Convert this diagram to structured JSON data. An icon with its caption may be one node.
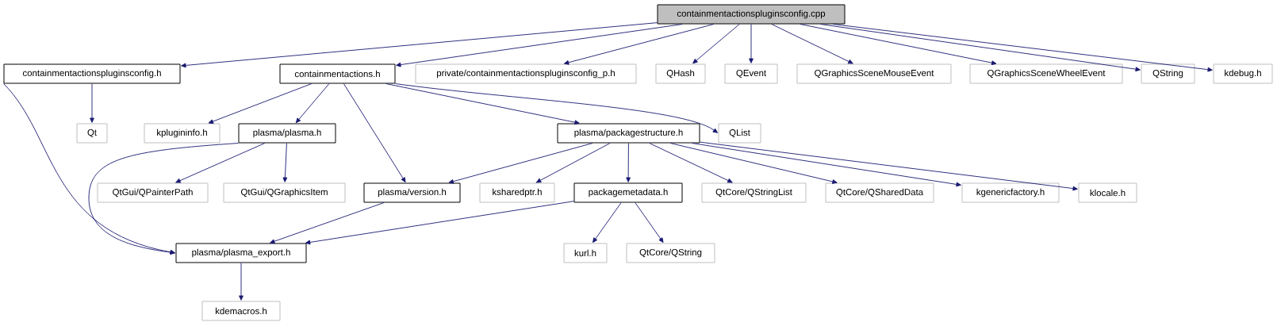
{
  "diagram": {
    "nodes": [
      {
        "text": [
          "containmentactionspluginsconfig.cpp"
        ]
      },
      {
        "text": [
          "containmentactionspluginsconfig.h"
        ]
      },
      {
        "text": [
          "containmentactions.h"
        ]
      },
      {
        "text": [
          "private/containmentactionspluginsconfig_p.h"
        ]
      },
      {
        "text": [
          "QHash"
        ]
      },
      {
        "text": [
          "QEvent"
        ]
      },
      {
        "text": [
          "QGraphicsSceneMouseEvent"
        ]
      },
      {
        "text": [
          "QGraphicsSceneWheelEvent"
        ]
      },
      {
        "text": [
          "QString"
        ]
      },
      {
        "text": [
          "kdebug.h"
        ]
      },
      {
        "text": [
          "Qt"
        ]
      },
      {
        "text": [
          "kplugininfo.h"
        ]
      },
      {
        "text": [
          "plasma/plasma.h"
        ]
      },
      {
        "text": [
          "plasma/packagestructure.h"
        ]
      },
      {
        "text": [
          "QList"
        ]
      },
      {
        "text": [
          "QtGui/QPainterPath"
        ]
      },
      {
        "text": [
          "QtGui/QGraphicsItem"
        ]
      },
      {
        "text": [
          "plasma/version.h"
        ]
      },
      {
        "text": [
          "ksharedptr.h"
        ]
      },
      {
        "text": [
          "packagemetadata.h"
        ]
      },
      {
        "text": [
          "QtCore/QStringList"
        ]
      },
      {
        "text": [
          "QtCore/QSharedData"
        ]
      },
      {
        "text": [
          "kgenericfactory.h"
        ]
      },
      {
        "text": [
          "klocale.h"
        ]
      },
      {
        "text": [
          "plasma/plasma_export.h"
        ]
      },
      {
        "text": [
          "kurl.h"
        ]
      },
      {
        "text": [
          "QtCore/QString"
        ]
      },
      {
        "text": [
          "kdemacros.h"
        ]
      }
    ],
    "edges": [
      {
        "from": 0,
        "to": 1,
        "arrow": "to"
      },
      {
        "from": 0,
        "to": 2,
        "arrow": "to"
      },
      {
        "from": 0,
        "to": 3,
        "arrow": "to"
      },
      {
        "from": 0,
        "to": 4,
        "arrow": "to"
      },
      {
        "from": 0,
        "to": 5,
        "arrow": "to"
      },
      {
        "from": 0,
        "to": 6,
        "arrow": "to"
      },
      {
        "from": 0,
        "to": 7,
        "arrow": "to"
      },
      {
        "from": 0,
        "to": 8,
        "arrow": "to"
      },
      {
        "from": 0,
        "to": 9,
        "arrow": "to"
      },
      {
        "from": 1,
        "to": 10,
        "arrow": "to"
      },
      {
        "from": 1,
        "to": 24,
        "arrow": "to"
      },
      {
        "from": 2,
        "to": 11,
        "arrow": "to"
      },
      {
        "from": 2,
        "to": 12,
        "arrow": "to"
      },
      {
        "from": 2,
        "to": 17,
        "arrow": "to"
      },
      {
        "from": 2,
        "to": 13,
        "arrow": "to"
      },
      {
        "from": 2,
        "to": 14,
        "arrow": "to"
      },
      {
        "from": 12,
        "to": 15,
        "arrow": "to"
      },
      {
        "from": 12,
        "to": 16,
        "arrow": "to"
      },
      {
        "from": 12,
        "to": 24,
        "arrow": "to"
      },
      {
        "from": 13,
        "to": 17,
        "arrow": "to"
      },
      {
        "from": 13,
        "to": 18,
        "arrow": "to"
      },
      {
        "from": 13,
        "to": 19,
        "arrow": "to"
      },
      {
        "from": 13,
        "to": 20,
        "arrow": "to"
      },
      {
        "from": 13,
        "to": 21,
        "arrow": "to"
      },
      {
        "from": 13,
        "to": 22,
        "arrow": "to"
      },
      {
        "from": 13,
        "to": 23,
        "arrow": "to"
      },
      {
        "from": 17,
        "to": 24,
        "arrow": "to"
      },
      {
        "from": 19,
        "to": 24,
        "arrow": "to"
      },
      {
        "from": 19,
        "to": 25,
        "arrow": "to"
      },
      {
        "from": 19,
        "to": 26,
        "arrow": "to"
      },
      {
        "from": 24,
        "to": 27,
        "arrow": "to"
      }
    ]
  }
}
